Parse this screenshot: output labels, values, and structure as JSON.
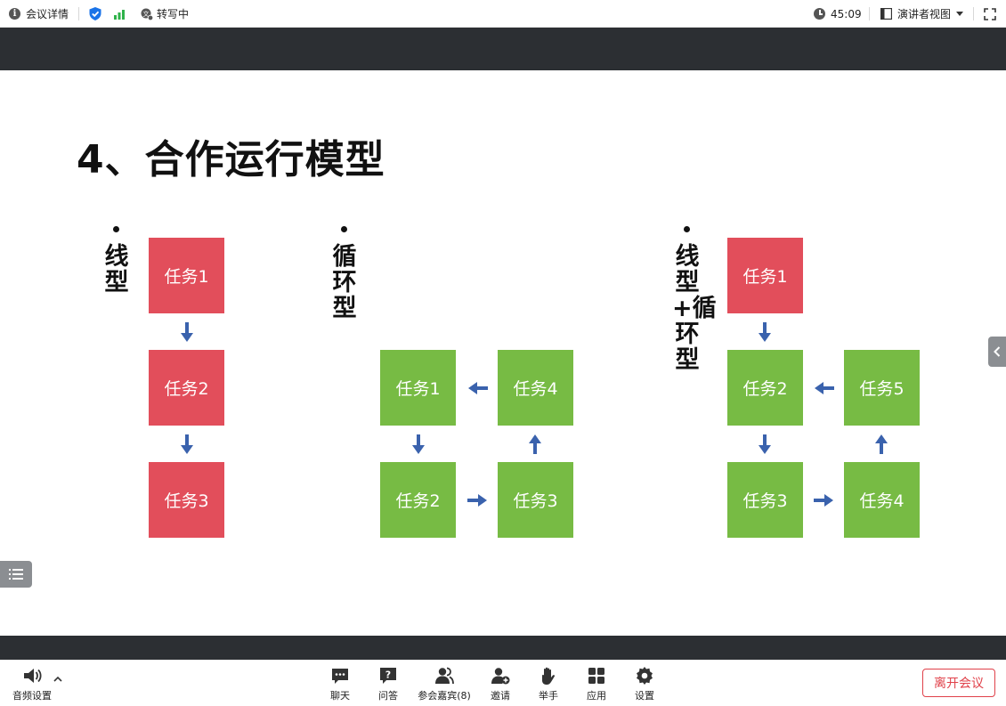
{
  "topbar": {
    "meeting_info": "会议详情",
    "transcribe": "转写中",
    "timer": "45:09",
    "view_mode": "演讲者视图"
  },
  "slide": {
    "title": "4、合作运行模型",
    "models": [
      {
        "label": "线型",
        "tasks": [
          "任务1",
          "任务2",
          "任务3"
        ]
      },
      {
        "label": "循环型",
        "tasks": [
          "任务1",
          "任务4",
          "任务2",
          "任务3"
        ]
      },
      {
        "label": "线型+循环型",
        "tasks": [
          "任务1",
          "任务2",
          "任务5",
          "任务3",
          "任务4"
        ]
      }
    ]
  },
  "toolbar": {
    "audio": "音频设置",
    "chat": "聊天",
    "qa": "问答",
    "participants": "参会嘉宾(8)",
    "invite": "邀请",
    "raise_hand": "举手",
    "apps": "应用",
    "settings": "设置",
    "leave": "离开会议"
  },
  "colors": {
    "task_red": "#e24e5b",
    "task_green": "#77bb44",
    "arrow_blue": "#3a62ad",
    "leave_red": "#e0414a",
    "band_dark": "#2c2f33"
  }
}
